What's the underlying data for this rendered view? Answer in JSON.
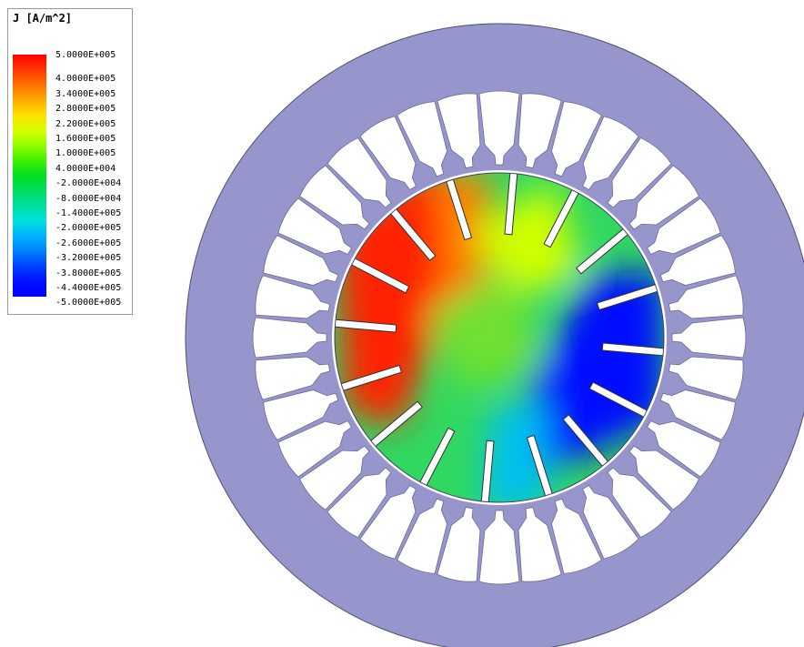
{
  "legend": {
    "title": "J [A/m^2]",
    "labels": [
      "5.0000E+005",
      "4.0000E+005",
      "3.4000E+005",
      "2.8000E+005",
      "2.2000E+005",
      "1.6000E+005",
      "1.0000E+005",
      "4.0000E+004",
      "-2.0000E+004",
      "-8.0000E+004",
      "-1.4000E+005",
      "-2.0000E+005",
      "-2.6000E+005",
      "-3.2000E+005",
      "-3.8000E+005",
      "-4.4000E+005",
      "-5.0000E+005"
    ],
    "colors": [
      "#ff0000",
      "#ff3800",
      "#ff7000",
      "#ffaa00",
      "#ffe000",
      "#d8ff00",
      "#90ff00",
      "#40f000",
      "#00e020",
      "#00dd60",
      "#00dda0",
      "#00e0e0",
      "#00b0ff",
      "#0080ff",
      "#0040ff",
      "#0010ff",
      "#0000ff"
    ]
  },
  "model": {
    "stator_color": "#9696cc",
    "stator_slots": 36,
    "rotor_slots": 16
  }
}
